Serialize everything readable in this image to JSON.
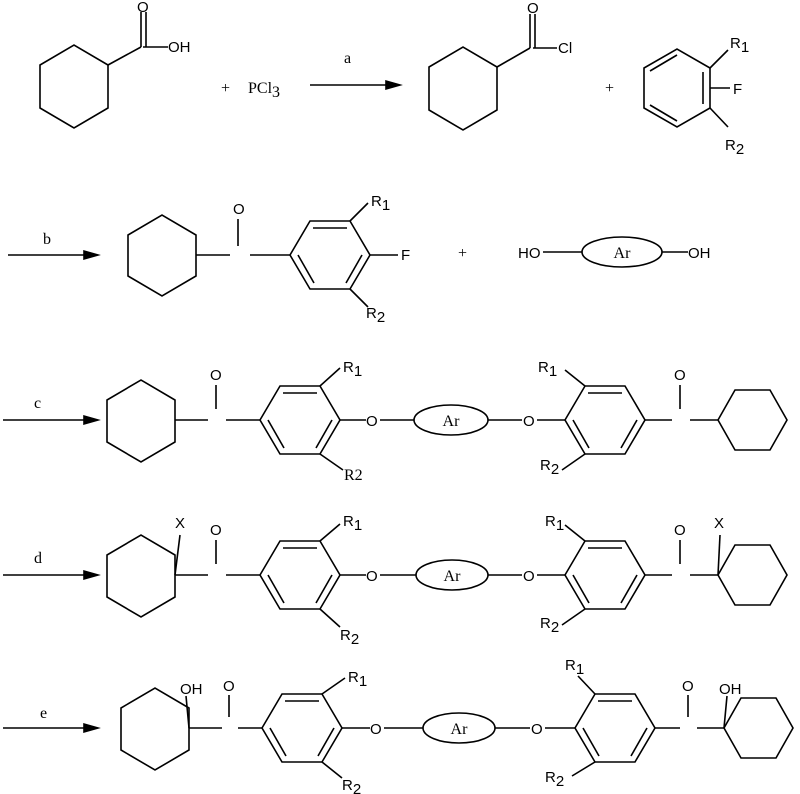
{
  "reagents": {
    "plus": "+",
    "pcl3": "PCl",
    "pcl3_sub": "3",
    "ar": "Ar"
  },
  "atoms": {
    "O": "O",
    "OH": "OH",
    "HO": "HO",
    "Cl": "Cl",
    "F": "F",
    "X": "X",
    "R1": "R",
    "R1_sub": "1",
    "R2": "R",
    "R2_sub": "2",
    "R2_plain": "R2"
  },
  "steps": {
    "a": "a",
    "b": "b",
    "c": "c",
    "d": "d",
    "e": "e"
  }
}
